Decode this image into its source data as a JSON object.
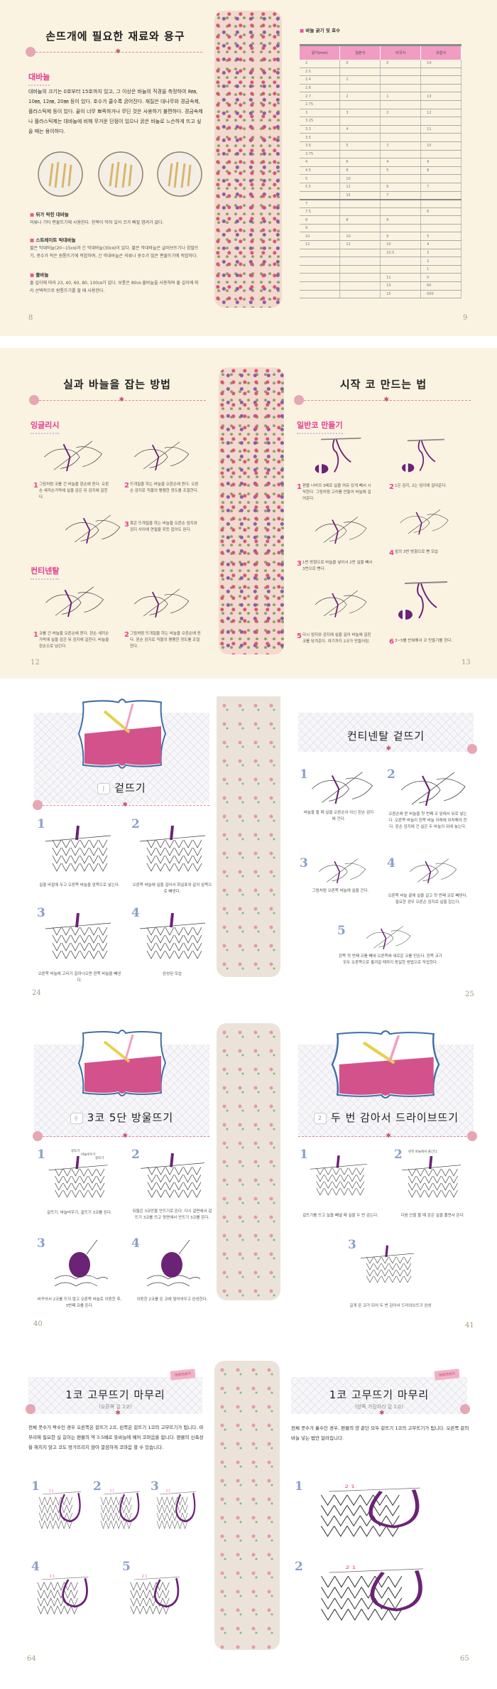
{
  "spread1": {
    "left": {
      "title": "손뜨개에 필요한 재료와 용구",
      "section": "대바늘",
      "paragraph": "대바늘의 크기는 0호부터 15호까지 있고, 그 이상은 바늘의 직경을 측정하여 8㎜, 10㎜, 12㎜, 20㎜ 등이 있다. 호수가 클수록 굵어진다. 재질은 대나무와 경금속제, 플라스틱제 등이 있다. 끝이 너무 뾰족하거나 무딘 것은 사용하기 불편하다. 경금속제나 플라스틱제는 대바늘에 비해 무거운 단점이 있으나 굵은 바늘로 느슨하게 뜨고 싶을 때는 용이하다.",
      "bullets": [
        {
          "title": "뒤가 막힌 대바늘",
          "text": "의류나 기타 편물뜨기에 사용한다. 한쪽이 막혀 있어 코가 빠질 염려가 없다."
        },
        {
          "title": "스트레이트 막대바늘",
          "text": "짧은 막대바늘(20~15㎝)과 긴 막대바늘(30㎝)이 있다. 짧은 막대바늘은 글러브뜨기나 양말뜨기, 콧수가 적은 원통뜨기에 적합하며, 긴 막대바늘은 의류나 콧수가 많은 편물뜨기에 적합하다."
        },
        {
          "title": "줄바늘",
          "text": "줄 길이에 따라 23, 40, 60, 80, 100㎝가 있다. 보통은 80㎝ 줄바늘을 사용하며 줄 길이에 따라 선택적으로 원통뜨기를 할 때 사용한다."
        }
      ],
      "page": "8"
    },
    "right": {
      "table_title": "바늘 굵기 및 호수",
      "headers": [
        "굵기(mm)",
        "일본식",
        "미국식",
        "유럽식"
      ],
      "rows": [
        [
          "2",
          "0",
          "0",
          "14"
        ],
        [
          "2.5",
          "",
          "",
          ""
        ],
        [
          "2.4",
          "1",
          "",
          ""
        ],
        [
          "2.6",
          "",
          "",
          ""
        ],
        [
          "2.7",
          "2",
          "1",
          "13"
        ],
        [
          "2.75",
          "",
          "",
          ""
        ],
        [
          "3",
          "3",
          "2",
          "12"
        ],
        [
          "3.25",
          "",
          "",
          ""
        ],
        [
          "3.3",
          "4",
          "",
          "11"
        ],
        [
          "3.5",
          "",
          "",
          ""
        ],
        [
          "3.6",
          "5",
          "3",
          "10"
        ],
        [
          "3.75",
          "",
          "",
          ""
        ],
        [
          "4",
          "6",
          "4",
          "9"
        ],
        [
          "4.5",
          "8",
          "5",
          "8"
        ],
        [
          "5",
          "10",
          "",
          ""
        ],
        [
          "5.5",
          "12",
          "6",
          "7"
        ],
        [
          "",
          "15",
          "7",
          ""
        ],
        [
          "7",
          "",
          "",
          ""
        ],
        [
          "7.5",
          "",
          "",
          "6"
        ],
        [
          "8",
          "8",
          "8",
          ""
        ],
        [
          "9",
          "",
          "",
          ""
        ],
        [
          "10",
          "10",
          "9",
          "5"
        ],
        [
          "12",
          "12",
          "10",
          "4"
        ],
        [
          "",
          "",
          "10.5",
          "3"
        ],
        [
          "",
          "",
          "",
          "2"
        ],
        [
          "",
          "",
          "",
          "1"
        ],
        [
          "",
          "",
          "11",
          "0"
        ],
        [
          "",
          "",
          "13",
          "00"
        ],
        [
          "",
          "",
          "15",
          "000"
        ]
      ],
      "page": "9"
    }
  },
  "spread2": {
    "left": {
      "title": "실과 바늘을 잡는 방법",
      "english": "잉글리시",
      "english_steps": [
        {
          "n": "1",
          "text": "그림처럼 코를 건 바늘을 왼손에 쥔다. 오른손 새끼손가락에 실을 감은 뒤 검지에 걸친다."
        },
        {
          "n": "2",
          "text": "뜨개질을 하는 바늘을 오른손에 쥔다. 오른손 검지로 직물의 팽팽한 정도를 조절한다."
        },
        {
          "n": "3",
          "text": "혹은 뜨개질을 하는 바늘을 오른손 엄지와 검지 사이에 연필을 쥐듯 잡아도 된다."
        }
      ],
      "continental": "컨티넨탈",
      "continental_steps": [
        {
          "n": "1",
          "text": "코를 건 바늘을 오른손에 쥔다. 왼손 새끼손가락에 실을 감은 뒤 검지에 걸친다. 바늘을 왼손으로 넘긴다."
        },
        {
          "n": "2",
          "text": "그림처럼 뜨개질을 하는 바늘을 오른손에 쥔다. 왼손 검지로 직물의 팽팽한 정도를 조절한다."
        }
      ],
      "page": "12"
    },
    "right": {
      "title": "시작 코 만드는 법",
      "section": "일반코 만들기",
      "steps": [
        {
          "n": "1",
          "text": "편물 너비의 3배로 실을 여유 있게 빼서 시작한다. 그림처럼 고리를 만들어 바늘에 걸어준다."
        },
        {
          "n": "2",
          "text": "1은 검지, 2는 엄지에 걸어준다."
        },
        {
          "n": "3",
          "text": "1번 방향으로 바늘을 넣어서 2번 실을 빼서 3번으로 뺀다."
        },
        {
          "n": "4",
          "text": "앞의 3번 방향으로 뺀 모습"
        },
        {
          "n": "5",
          "text": "다시 엄지와 검지에 실을 걸어 바늘에 걸린 코를 당겨준다. 여기까지 2코가 만들어짐."
        },
        {
          "n": "6",
          "text": "3~5를 반복해서 코 만들기를 한다."
        }
      ],
      "page": "13"
    }
  },
  "spread3": {
    "left": {
      "badge": "|",
      "title": "겉뜨기",
      "steps": [
        {
          "n": "1",
          "text": "실을 바깥에 두고 오른쪽 바늘을 앞쪽으로 넣는다."
        },
        {
          "n": "2",
          "text": "오른쪽 바늘에 실을 걸어서 화살표와 같이 앞쪽으로 빼낸다."
        },
        {
          "n": "3",
          "text": "오른쪽 바늘에 고리가 걸려나오면 왼쪽 바늘을 빼낸다."
        },
        {
          "n": "4",
          "text": "완성된 모습"
        }
      ],
      "page": "24"
    },
    "right": {
      "title": "컨티넨탈 겉뜨기",
      "steps": [
        {
          "n": "1",
          "text": "바늘을 쥘 때 실을 오른손이 아닌 왼손 검지에 건다."
        },
        {
          "n": "2",
          "text": "오른손에 쥔 바늘을 첫 번째 코 앞에서 뒤로 넣는다. 오른쪽 바늘이 왼쪽 바늘 아래에 위치해야 한다. 왼손 검지에 건 실은 두 바늘의 뒤에 놓는다."
        },
        {
          "n": "3",
          "text": "그림처럼 오른쪽 바늘에 실을 건다."
        },
        {
          "n": "4",
          "text": "오른쪽 바늘 끝에 실을 걸고 첫 번째 코로 빼낸다. 필요한 경우 오른손 검지로 실을 잡는다."
        },
        {
          "n": "5",
          "text": "왼쪽 첫 번째 코를 빼내 오른쪽에 새로운 코를 만든다. 왼쪽 코가 모두 오른쪽으로 옮겨갈 때까지 동일한 방법으로 작업한다."
        }
      ],
      "page": "25"
    }
  },
  "spread4": {
    "left": {
      "title": "3코 5단 방울뜨기",
      "annotations": [
        "겉뜨기",
        "바늘비우기",
        "겉뜨기"
      ],
      "steps": [
        {
          "n": "1",
          "text": "겉뜨기, 바늘비우기, 겉뜨기 3코를 뜬다."
        },
        {
          "n": "2",
          "text": "뒤돌은 3코만을 안뜨기로 뜬다. 다시 겉면에서 겉뜨기 3코를 뜨고 뒷면에서 안뜨기 3코를 뜬다."
        },
        {
          "n": "3",
          "text": "바꾸어서 2코를 뜨지 않고 오른쪽 바늘로 이동한 후, 3번째 코를 뜬다."
        },
        {
          "n": "4",
          "text": "이동한 2코를 뜬 코에 덮어씌우고 완성한다."
        }
      ],
      "page": "40"
    },
    "right": {
      "badge": "2",
      "title": "두 번 감아서 드라이브뜨기",
      "annotation": "왼쪽 바늘에서 풀긴다.",
      "steps": [
        {
          "n": "1",
          "text": "겉뜨기를 뜨고 실을 빼낼 때 실을 두 번 감는다."
        },
        {
          "n": "2",
          "text": "다음 단을 뜰 때 감은 실을 풀면서 뜬다."
        },
        {
          "n": "3",
          "text": "길게 뜬 코가 되어 두 번 감아서 드라이브뜨기 완성"
        }
      ],
      "page": "41"
    }
  },
  "spread5": {
    "left": {
      "tag": "마무리하기",
      "title": "1코 고무뜨기 마무리",
      "subtitle": "(오른쪽 겉 2코)",
      "paragraph": "전체 콧수가 짝수인 경우 오른쪽은 겉뜨기 2코, 왼쪽은 겉뜨기 1코의 고무뜨기가 됩니다. 마무리에 필요한 실 길이는 편물의 약 3.5배로 돗바늘에 꿰어 코마음을 합니다. 편물의 신축성을 해치지 않고 코도 망가뜨리지 않아 깔끔하게 코마음 할 수 있습니다.",
      "steps": [
        "1",
        "2",
        "3",
        "4",
        "5"
      ],
      "page": "64"
    },
    "right": {
      "tag": "마무리하기",
      "title": "1코 고무뜨기 마무리",
      "subtitle": "(양쪽 가장자리 겉 1코)",
      "paragraph": "전체 콧수가 홀수인 경우, 편물의 양 끝단 모두 겉뜨기 1코의 고무뜨기가 됩니다. 오른쪽 끝의 바늘 넣는 법만 달라집니다.",
      "steps": [
        "1",
        "2"
      ],
      "page": "65"
    }
  },
  "colors": {
    "accent_pink": "#e63a8c",
    "yarn_purple": "#6b2375",
    "step_blue": "#8aa0c8",
    "cream": "#fbf3e2"
  }
}
